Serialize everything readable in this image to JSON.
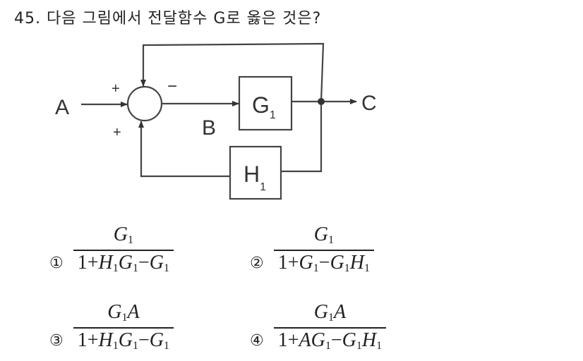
{
  "question": {
    "number": "45.",
    "text": "다음 그림에서 전달함수 G로 옳은 것은?"
  },
  "diagram": {
    "input_label": "A",
    "output_label": "C",
    "signal_label": "B",
    "forward_block": "G",
    "forward_block_sub": "1",
    "feedback_block": "H",
    "feedback_block_sub": "1",
    "sign_input": "+",
    "sign_top_feedback": "−",
    "sign_bottom_feedback": "+"
  },
  "options": [
    {
      "marker": "①",
      "numerator": "G1",
      "denominator": "1+H1G1−G1"
    },
    {
      "marker": "②",
      "numerator": "G1",
      "denominator": "1+G1−G1H1"
    },
    {
      "marker": "③",
      "numerator": "G1A",
      "denominator": "1+H1G1−G1"
    },
    {
      "marker": "④",
      "numerator": "G1A",
      "denominator": "1+AG1−G1H1"
    }
  ]
}
